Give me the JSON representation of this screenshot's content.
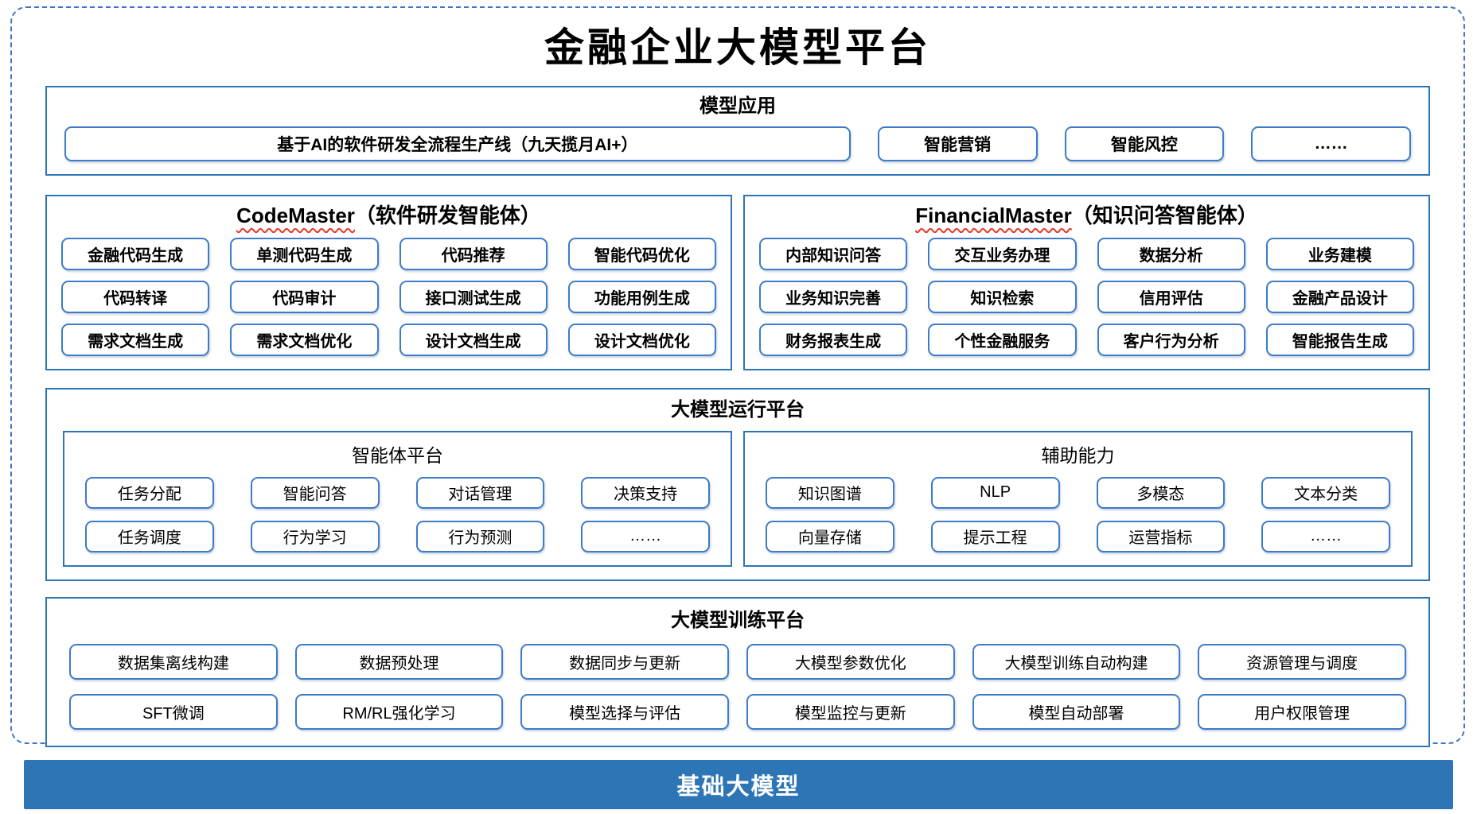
{
  "page": {
    "title": "金融企业大模型平台"
  },
  "apps": {
    "title": "模型应用",
    "main_item": "基于AI的软件研发全流程生产线（九天揽月AI+）",
    "items": [
      "智能营销",
      "智能风控",
      "……"
    ]
  },
  "code_master": {
    "title_en": "CodeMaster",
    "title_zh": "（软件研发智能体）",
    "items": [
      "金融代码生成",
      "单测代码生成",
      "代码推荐",
      "智能代码优化",
      "代码转译",
      "代码审计",
      "接口测试生成",
      "功能用例生成",
      "需求文档生成",
      "需求文档优化",
      "设计文档生成",
      "设计文档优化"
    ]
  },
  "financial_master": {
    "title_en": "FinancialMaster",
    "title_zh": "（知识问答智能体）",
    "items": [
      "内部知识问答",
      "交互业务办理",
      "数据分析",
      "业务建模",
      "业务知识完善",
      "知识检索",
      "信用评估",
      "金融产品设计",
      "财务报表生成",
      "个性金融服务",
      "客户行为分析",
      "智能报告生成"
    ]
  },
  "runtime": {
    "title": "大模型运行平台",
    "agent_platform": {
      "title": "智能体平台",
      "items": [
        "任务分配",
        "智能问答",
        "对话管理",
        "决策支持",
        "任务调度",
        "行为学习",
        "行为预测",
        "……"
      ]
    },
    "aux_capability": {
      "title": "辅助能力",
      "items": [
        "知识图谱",
        "NLP",
        "多模态",
        "文本分类",
        "向量存储",
        "提示工程",
        "运营指标",
        "……"
      ]
    }
  },
  "training": {
    "title": "大模型训练平台",
    "items": [
      "数据集离线构建",
      "数据预处理",
      "数据同步与更新",
      "大模型参数优化",
      "大模型训练自动构建",
      "资源管理与调度",
      "SFT微调",
      "RM/RL强化学习",
      "模型选择与评估",
      "模型监控与更新",
      "模型自动部署",
      "用户权限管理"
    ]
  },
  "base_model": {
    "title": "基础大模型"
  },
  "colors": {
    "accent_dashed": "#4472C4",
    "section_border": "#2E75B6",
    "chip_border": "#3E7BC8",
    "squiggle": "#E5392B",
    "base_bar_bg": "#2E75B6",
    "base_bar_text": "#FFFFFF"
  }
}
